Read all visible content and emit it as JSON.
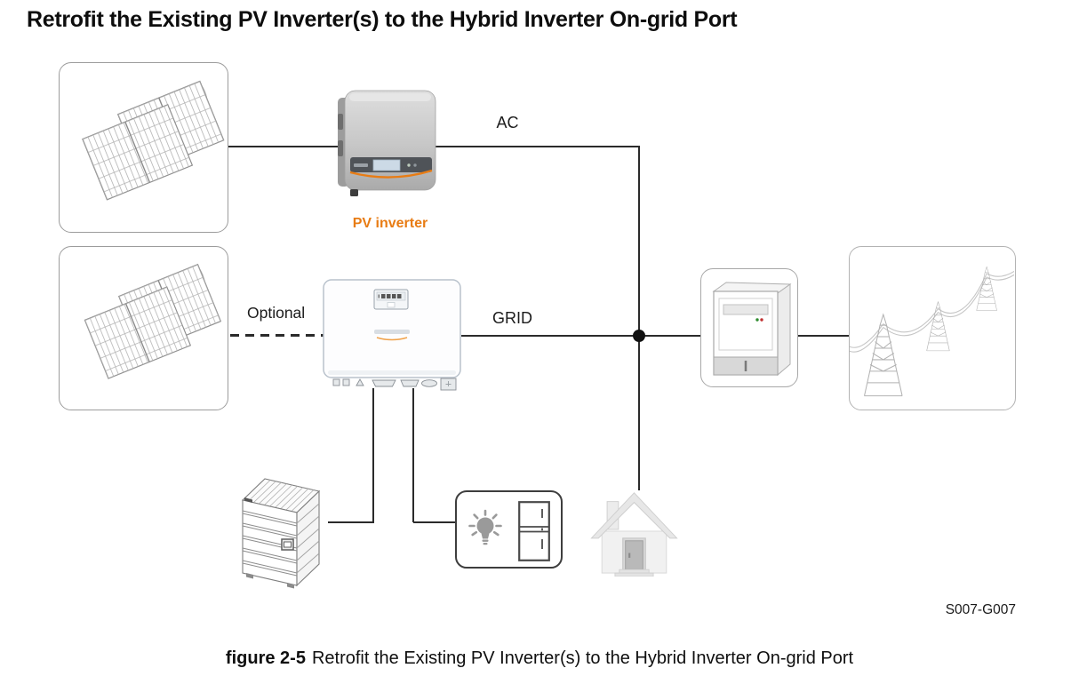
{
  "page": {
    "title": "Retrofit the Existing PV Inverter(s) to the Hybrid Inverter On-grid Port",
    "drawing_code": "S007-G007",
    "caption": {
      "prefix": "figure 2-5",
      "text": "Retrofit the Existing PV Inverter(s) to the Hybrid Inverter On-grid Port"
    }
  },
  "diagram": {
    "labels": {
      "ac_line": "AC",
      "grid_line": "GRID",
      "optional_link": "Optional",
      "pv_inverter": "PV inverter"
    },
    "colors": {
      "accent_orange": "#E87C14",
      "connection_line": "#2B2B2B",
      "box_border_gray": "#9C9C9C",
      "meter_led_green": "#2E8B2E",
      "meter_led_red": "#C03030"
    },
    "icon_names": [
      "solar-array-icon",
      "solar-array-optional-icon",
      "pv-inverter-device-image",
      "hybrid-inverter-device-image",
      "battery-stack-icon",
      "energy-meter-icon",
      "power-grid-towers-icon",
      "light-bulb-icon",
      "refrigerator-icon",
      "house-icon"
    ]
  }
}
